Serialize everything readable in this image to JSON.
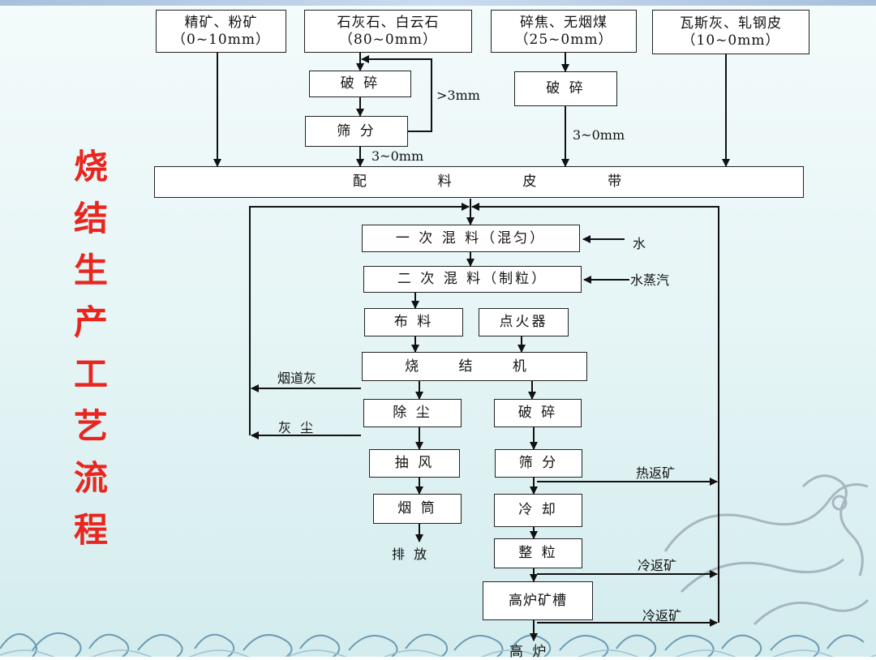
{
  "title_chars": [
    "烧",
    "结",
    "生",
    "产",
    "工",
    "艺",
    "流",
    "程"
  ],
  "materials": [
    {
      "name": "精矿、粉矿",
      "size": "（0~10mm）"
    },
    {
      "name": "石灰石、白云石",
      "size": "（80~0mm）"
    },
    {
      "name": "碎焦、无烟煤",
      "size": "（25~0mm）"
    },
    {
      "name": "瓦斯灰、轧钢皮",
      "size": "（10~0mm）"
    }
  ],
  "process": {
    "crush1": "破 碎",
    "screen1": "筛 分",
    "crush2": "破 碎",
    "belt": [
      "配",
      "料",
      "皮",
      "带"
    ],
    "mix1": "一 次 混 料（混匀）",
    "mix2": "二 次 混 料（制粒）",
    "lay": "布 料",
    "igniter": "点火器",
    "sinter": "烧 结 机",
    "dust": "除 尘",
    "fan": "抽 风",
    "chimney": "烟 筒",
    "crush3": "破 碎",
    "screen3": "筛 分",
    "cool": "冷 却",
    "grain": "整 粒",
    "bf_trough": "高炉矿槽",
    "bf": "高 炉"
  },
  "labels": {
    "gt3": ">3mm",
    "size_a": "3~0mm",
    "size_b": "3~0mm",
    "water": "水",
    "steam": "水蒸汽",
    "flue_ash": "烟道灰",
    "ash": "灰 尘",
    "discharge": "排 放",
    "hot_return": "热返矿",
    "cold_return1": "冷返矿",
    "cold_return2": "冷返矿"
  }
}
